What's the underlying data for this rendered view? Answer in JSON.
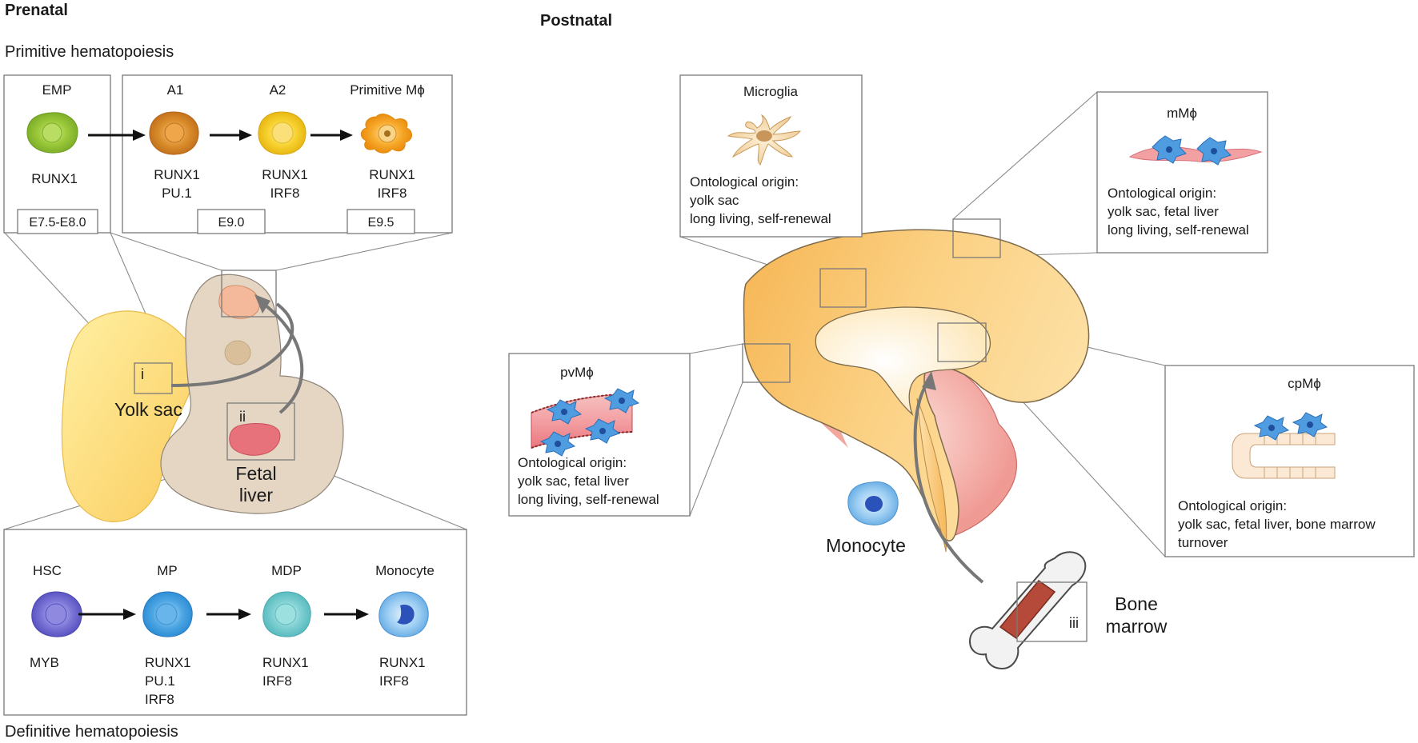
{
  "prenatal": {
    "title": "Prenatal",
    "primitive_label": "Primitive hematopoiesis",
    "definitive_label": "Definitive hematopoiesis",
    "emp": {
      "name": "EMP",
      "markers": [
        "RUNX1"
      ],
      "stage": "E7.5-E8.0"
    },
    "primitive_chain": [
      {
        "name": "A1",
        "markers": [
          "RUNX1",
          "PU.1"
        ]
      },
      {
        "name": "A2",
        "markers": [
          "RUNX1",
          "IRF8"
        ]
      },
      {
        "name": "Primitive Mϕ",
        "markers": [
          "RUNX1",
          "IRF8"
        ]
      }
    ],
    "primitive_stages": [
      "E9.0",
      "E9.5"
    ],
    "definitive_chain": [
      {
        "name": "HSC",
        "markers": [
          "MYB"
        ]
      },
      {
        "name": "MP",
        "markers": [
          "RUNX1",
          "PU.1",
          "IRF8"
        ]
      },
      {
        "name": "MDP",
        "markers": [
          "RUNX1",
          "IRF8"
        ]
      },
      {
        "name": "Monocyte",
        "markers": [
          "RUNX1",
          "IRF8"
        ]
      }
    ],
    "embryo": {
      "yolk_sac": "Yolk sac",
      "fetal_liver": [
        "Fetal",
        "liver"
      ],
      "roman_i": "i",
      "roman_ii": "ii"
    }
  },
  "postnatal": {
    "title": "Postnatal",
    "microglia": {
      "name": "Microglia",
      "origin": [
        "Ontological origin:",
        "yolk sac",
        "long living, self-renewal"
      ]
    },
    "mm": {
      "name": "mMϕ",
      "origin": [
        "Ontological origin:",
        "yolk sac, fetal liver",
        "long living, self-renewal"
      ]
    },
    "pvm": {
      "name": "pvMϕ",
      "origin": [
        "Ontological origin:",
        "yolk sac, fetal liver",
        "long living, self-renewal"
      ]
    },
    "cpm": {
      "name": "cpMϕ",
      "origin": [
        "Ontological origin:",
        "yolk sac, fetal liver, bone marrow",
        "turnover"
      ]
    },
    "monocyte_label": "Monocyte",
    "bone_marrow": [
      "Bone",
      "marrow"
    ],
    "roman_iii": "iii"
  }
}
